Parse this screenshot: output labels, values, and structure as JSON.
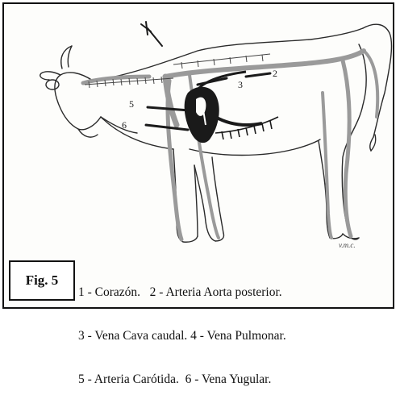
{
  "figure": {
    "label": "Fig. 5",
    "signature": "v.m.c.",
    "numbers": [
      "2",
      "3",
      "5",
      "6"
    ]
  },
  "legend": {
    "line1": "1 - Corazón.   2 - Arteria Aorta posterior.",
    "line2": "3 - Vena Cava caudal. 4 - Vena Pulmonar.",
    "line3": "5 - Arteria Carótida.  6 - Vena Yugular."
  },
  "colors": {
    "ink": "#1a1a1a",
    "vessel": "#9a9a9a",
    "border": "#111111"
  }
}
